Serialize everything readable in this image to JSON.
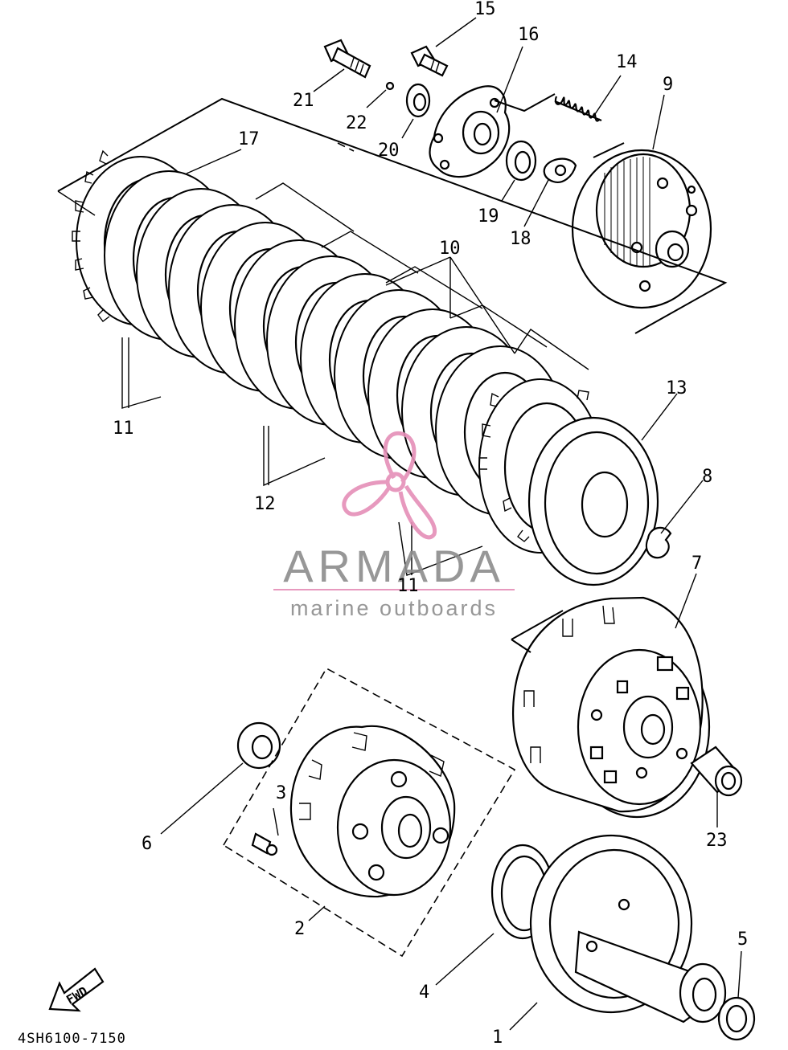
{
  "diagram_code": "4SH6100-7150",
  "fwd_label": "FWD",
  "watermark": {
    "title": "ARMADA",
    "subtitle": "marine outboards",
    "title_color": "#8c8c8c",
    "accent_color": "#e58fb7"
  },
  "callouts": [
    "1",
    "2",
    "3",
    "4",
    "5",
    "6",
    "7",
    "8",
    "9",
    "10",
    "11",
    "11",
    "12",
    "13",
    "14",
    "15",
    "16",
    "17",
    "18",
    "19",
    "20",
    "21",
    "22",
    "23"
  ]
}
